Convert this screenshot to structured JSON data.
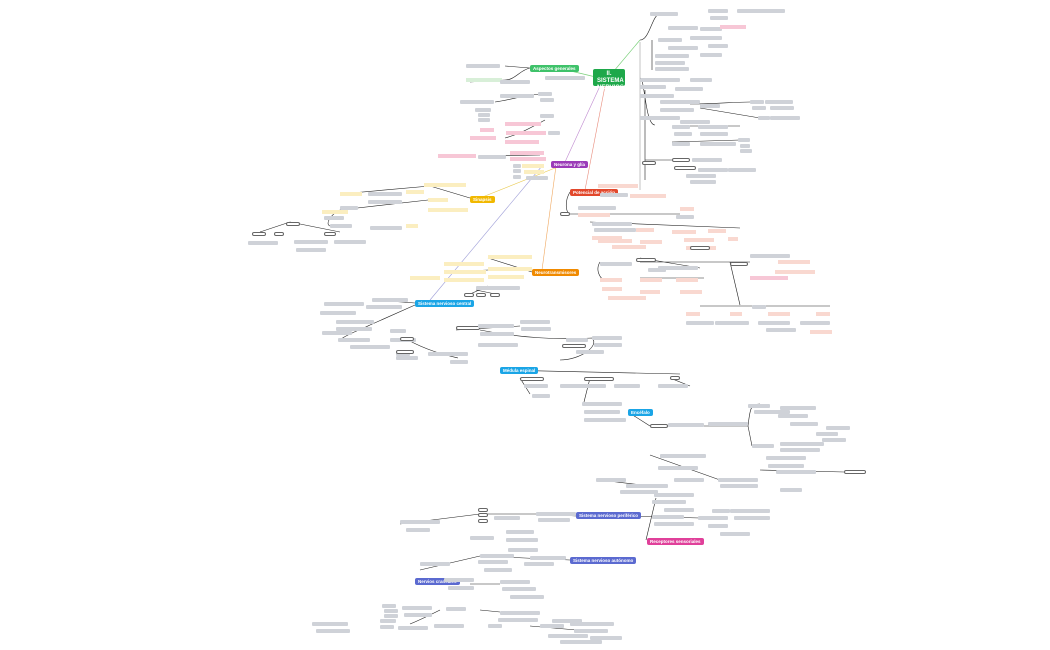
{
  "diagram": {
    "root": {
      "label": "II. SISTEMA NERVIOSO",
      "color": "#1ea84a"
    },
    "hubs": [
      {
        "id": "green",
        "label": "Aspectos generales",
        "color": "#3fc26a"
      },
      {
        "id": "purple",
        "label": "Neurona y glía",
        "color": "#9b3bb8"
      },
      {
        "id": "red",
        "label": "Potencial de acción",
        "color": "#e2482c"
      },
      {
        "id": "yellow",
        "label": "Sinapsis",
        "color": "#f1b800"
      },
      {
        "id": "orange",
        "label": "Neurotransmisores",
        "color": "#f08a00"
      },
      {
        "id": "cyan1",
        "label": "Sistema nervioso central",
        "color": "#1aa5e6"
      },
      {
        "id": "cyan2",
        "label": "Médula espinal",
        "color": "#1aa5e6"
      },
      {
        "id": "cyan3",
        "label": "Encéfalo",
        "color": "#1aa5e6"
      },
      {
        "id": "indigo1",
        "label": "Sistema nervioso periférico",
        "color": "#5b6ad0"
      },
      {
        "id": "indigo2",
        "label": "Sistema nervioso autónomo",
        "color": "#5b6ad0"
      },
      {
        "id": "indigo3",
        "label": "Nervios craneales",
        "color": "#5b6ad0"
      },
      {
        "id": "magenta",
        "label": "Receptores sensoriales",
        "color": "#e0409a"
      }
    ],
    "line_color": "#222222",
    "accent_line": "#7ad07a"
  }
}
